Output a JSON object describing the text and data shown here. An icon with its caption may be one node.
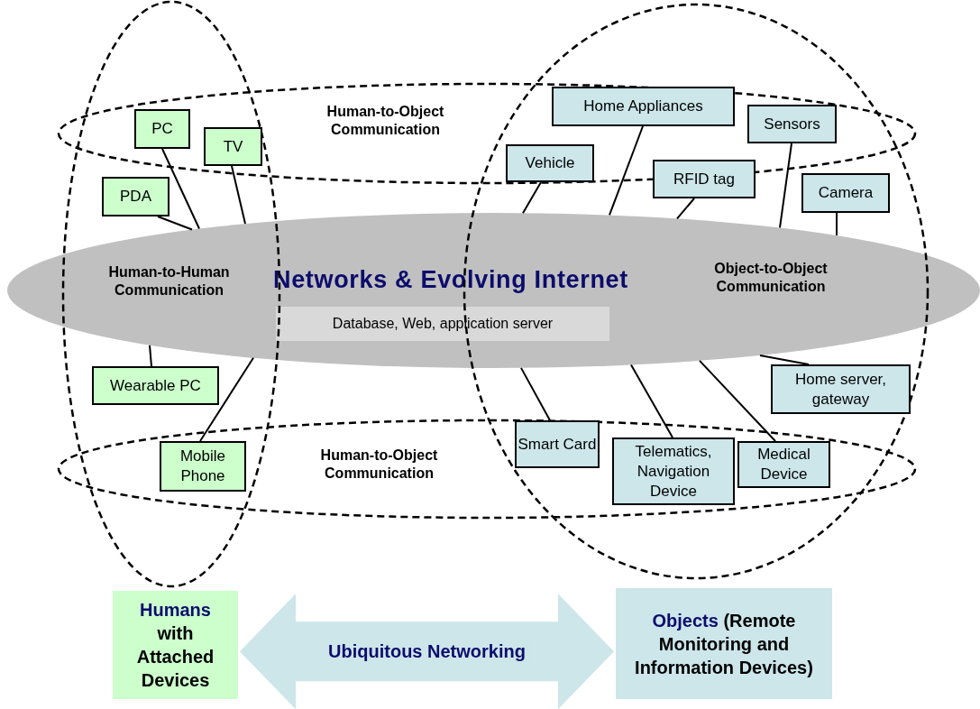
{
  "diagram": {
    "nodes": [
      {
        "text": [
          "Human-to-Human Communication",
          "Networks & Evolving Internet",
          "Object-to-Object Communication"
        ]
      },
      {
        "text": [
          "Database, Web, application server"
        ],
        "in": 0
      },
      {
        "text": [
          "PC"
        ]
      },
      {
        "text": [
          "TV"
        ]
      },
      {
        "text": [
          "PDA"
        ]
      },
      {
        "text": [
          "Wearable PC"
        ]
      },
      {
        "text": [
          "Mobile Phone"
        ]
      },
      {
        "text": [
          "Home Appliances"
        ]
      },
      {
        "text": [
          "Sensors"
        ]
      },
      {
        "text": [
          "Vehicle"
        ]
      },
      {
        "text": [
          "RFID tag"
        ]
      },
      {
        "text": [
          "Camera"
        ]
      },
      {
        "text": [
          "Home server, gateway"
        ]
      },
      {
        "text": [
          "Smart Card"
        ]
      },
      {
        "text": [
          "Telematics, Navigation Device"
        ]
      },
      {
        "text": [
          "Medical Device"
        ]
      },
      {
        "text": [
          "Humans",
          "with Attached Devices"
        ]
      },
      {
        "text": [
          "Objects",
          "(Remote Monitoring and Information Devices)"
        ]
      }
    ],
    "edges": [
      {
        "from": 2,
        "to": 0,
        "arrow": "none"
      },
      {
        "from": 3,
        "to": 0,
        "arrow": "none"
      },
      {
        "from": 4,
        "to": 0,
        "arrow": "none"
      },
      {
        "from": 5,
        "to": 0,
        "arrow": "none"
      },
      {
        "from": 6,
        "to": 0,
        "arrow": "none"
      },
      {
        "from": 7,
        "to": 0,
        "arrow": "none"
      },
      {
        "from": 8,
        "to": 0,
        "arrow": "none"
      },
      {
        "from": 9,
        "to": 0,
        "arrow": "none"
      },
      {
        "from": 10,
        "to": 0,
        "arrow": "none"
      },
      {
        "from": 11,
        "to": 0,
        "arrow": "none"
      },
      {
        "from": 12,
        "to": 0,
        "arrow": "none"
      },
      {
        "from": 13,
        "to": 0,
        "arrow": "none"
      },
      {
        "from": 14,
        "to": 0,
        "arrow": "none"
      },
      {
        "from": 15,
        "to": 0,
        "arrow": "none"
      },
      {
        "from": 16,
        "to": 17,
        "arrow": "both",
        "label": "Ubiquitous Networking",
        "style": "thick",
        "color": "#cce6ea"
      }
    ],
    "labels": [
      "Human-to-Object Communication",
      "Human-to-Object Communication"
    ]
  }
}
